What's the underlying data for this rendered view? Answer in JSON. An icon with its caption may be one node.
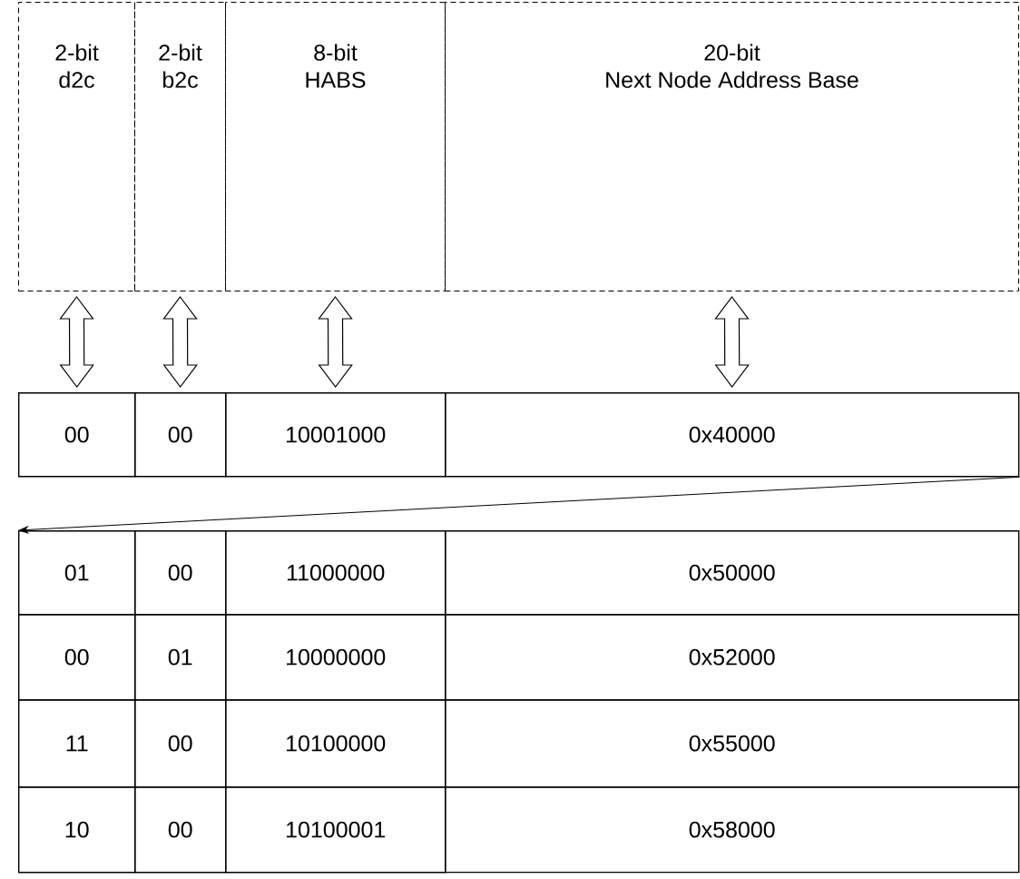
{
  "diagram": {
    "nodes": [
      {
        "text": [
          "2-bit",
          "d2c"
        ]
      },
      {
        "text": [
          "2-bit",
          "b2c"
        ]
      },
      {
        "text": [
          "8-bit",
          "HABS"
        ]
      },
      {
        "text": [
          "20-bit",
          "Next Node Address Base"
        ]
      },
      {
        "text": [
          "00"
        ]
      },
      {
        "text": [
          "00"
        ]
      },
      {
        "text": [
          "10001000"
        ]
      },
      {
        "text": [
          "0x40000"
        ]
      },
      {
        "text": [
          "01"
        ]
      },
      {
        "text": [
          "00"
        ]
      },
      {
        "text": [
          "11000000"
        ]
      },
      {
        "text": [
          "0x50000"
        ]
      },
      {
        "text": [
          "00"
        ]
      },
      {
        "text": [
          "01"
        ]
      },
      {
        "text": [
          "10000000"
        ]
      },
      {
        "text": [
          "0x52000"
        ]
      },
      {
        "text": [
          "11"
        ]
      },
      {
        "text": [
          "00"
        ]
      },
      {
        "text": [
          "10100000"
        ]
      },
      {
        "text": [
          "0x55000"
        ]
      },
      {
        "text": [
          "10"
        ]
      },
      {
        "text": [
          "00"
        ]
      },
      {
        "text": [
          "10100001"
        ]
      },
      {
        "text": [
          "0x58000"
        ]
      }
    ],
    "edges": [
      {
        "from": 0,
        "to": 4,
        "arrow": "both"
      },
      {
        "from": 1,
        "to": 5,
        "arrow": "both"
      },
      {
        "from": 2,
        "to": 6,
        "arrow": "both"
      },
      {
        "from": 3,
        "to": 7,
        "arrow": "both"
      },
      {
        "from": 7,
        "to": 8,
        "arrow": "to"
      }
    ]
  }
}
